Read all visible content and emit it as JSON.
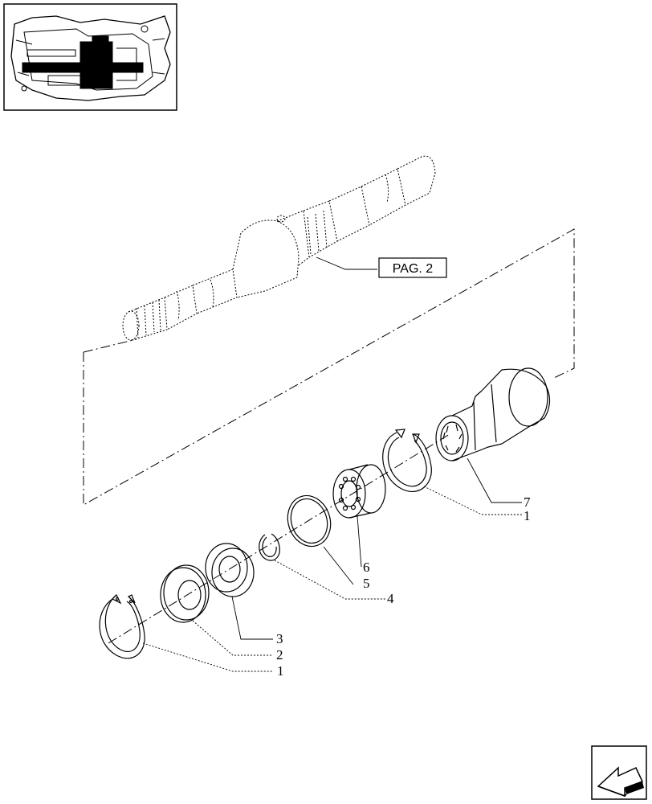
{
  "reference_label": "PAG. 2",
  "callouts": [
    "1",
    "2",
    "3",
    "4",
    "5",
    "6",
    "7",
    "1"
  ],
  "icons": {
    "locator": "transmission-locator-thumbnail-icon",
    "navigation": "next-page-arrow-icon"
  }
}
